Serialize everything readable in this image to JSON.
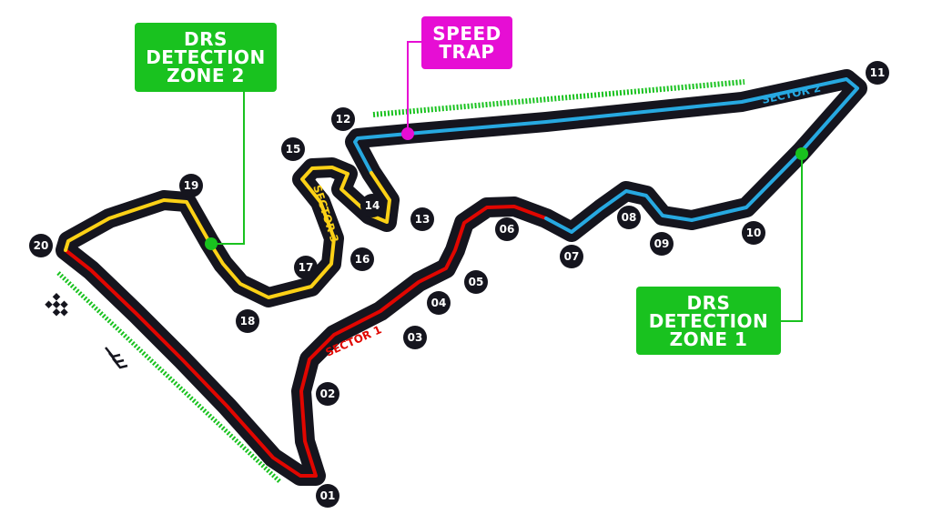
{
  "colors": {
    "track_outline": "#15151e",
    "sector_1": "#e10600",
    "sector_2": "#27a9e1",
    "sector_3": "#fcd116",
    "drs": "#19c21f",
    "speed_trap": "#e60ed4",
    "turn_badge": "#15151e",
    "badge_text": "#ffffff"
  },
  "callouts": {
    "drs_detection_zone_2": [
      "DRS",
      "DETECTION",
      "ZONE 2"
    ],
    "drs_detection_zone_1": [
      "DRS",
      "DETECTION",
      "ZONE 1"
    ],
    "speed_trap": [
      "SPEED",
      "TRAP"
    ]
  },
  "sectors": {
    "sector_1": "SECTOR 1",
    "sector_2": "SECTOR 2",
    "sector_3": "SECTOR 3"
  },
  "turns": [
    "01",
    "02",
    "03",
    "04",
    "05",
    "06",
    "07",
    "08",
    "09",
    "10",
    "11",
    "12",
    "13",
    "14",
    "15",
    "16",
    "17",
    "18",
    "19",
    "20"
  ],
  "icons": [
    "start-finish-flag-icon",
    "direction-chevrons-icon"
  ]
}
